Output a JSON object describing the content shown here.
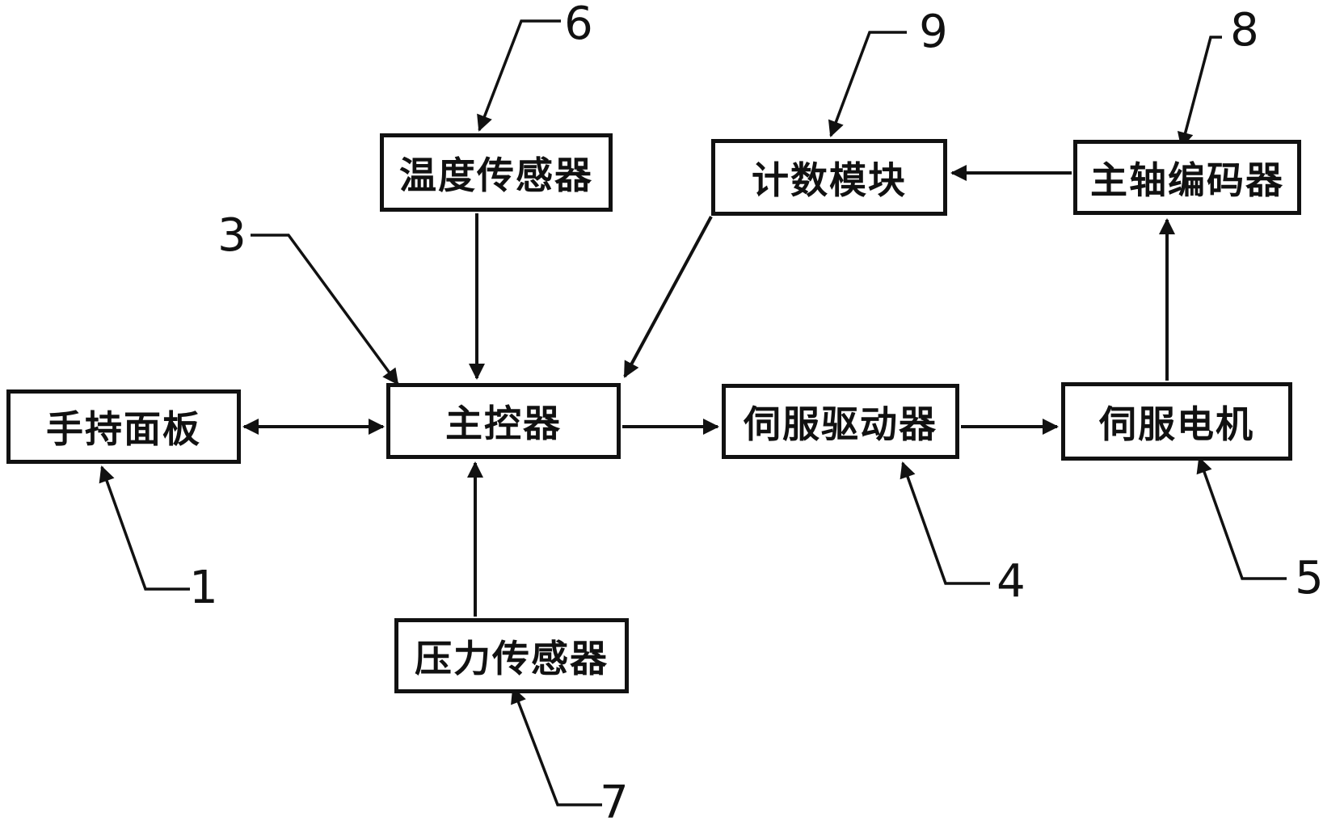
{
  "figure": {
    "type": "block-diagram",
    "background_color": "#ffffff",
    "line_color": "#111111"
  },
  "boxes": {
    "handheld_panel": {
      "label": "手持面板",
      "number": "1"
    },
    "temperature_sensor": {
      "label": "温度传感器",
      "number": "6"
    },
    "counting_module": {
      "label": "计数模块",
      "number": "9"
    },
    "spindle_encoder": {
      "label": "主轴编码器",
      "number": "8"
    },
    "main_controller": {
      "label": "主控器",
      "number": "3"
    },
    "servo_driver": {
      "label": "伺服驱动器",
      "number": "4"
    },
    "servo_motor": {
      "label": "伺服电机",
      "number": "5"
    },
    "pressure_sensor": {
      "label": "压力传感器",
      "number": "7"
    }
  },
  "connections": [
    {
      "from": "handheld_panel",
      "to": "main_controller",
      "direction": "bidirectional"
    },
    {
      "from": "temperature_sensor",
      "to": "main_controller",
      "direction": "one-way"
    },
    {
      "from": "pressure_sensor",
      "to": "main_controller",
      "direction": "one-way"
    },
    {
      "from": "counting_module",
      "to": "main_controller",
      "direction": "one-way"
    },
    {
      "from": "main_controller",
      "to": "servo_driver",
      "direction": "one-way"
    },
    {
      "from": "servo_driver",
      "to": "servo_motor",
      "direction": "one-way"
    },
    {
      "from": "servo_motor",
      "to": "spindle_encoder",
      "direction": "one-way"
    },
    {
      "from": "spindle_encoder",
      "to": "counting_module",
      "direction": "one-way"
    }
  ]
}
